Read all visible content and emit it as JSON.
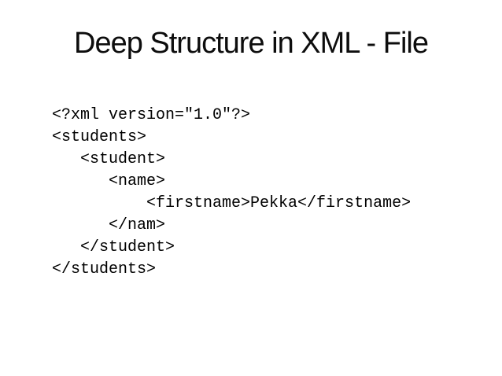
{
  "slide": {
    "title": "Deep Structure in XML - File",
    "code": {
      "language": "xml",
      "lines": [
        "<?xml version=\"1.0\"?>",
        "<students>",
        "   <student>",
        "      <name>",
        "          <firstname>Pekka</firstname>",
        "      </nam>",
        "   </student>",
        "</students>"
      ]
    }
  },
  "colors": {
    "background": "#ffffff",
    "title_text": "#0d0d0d",
    "code_text": "#000000"
  }
}
